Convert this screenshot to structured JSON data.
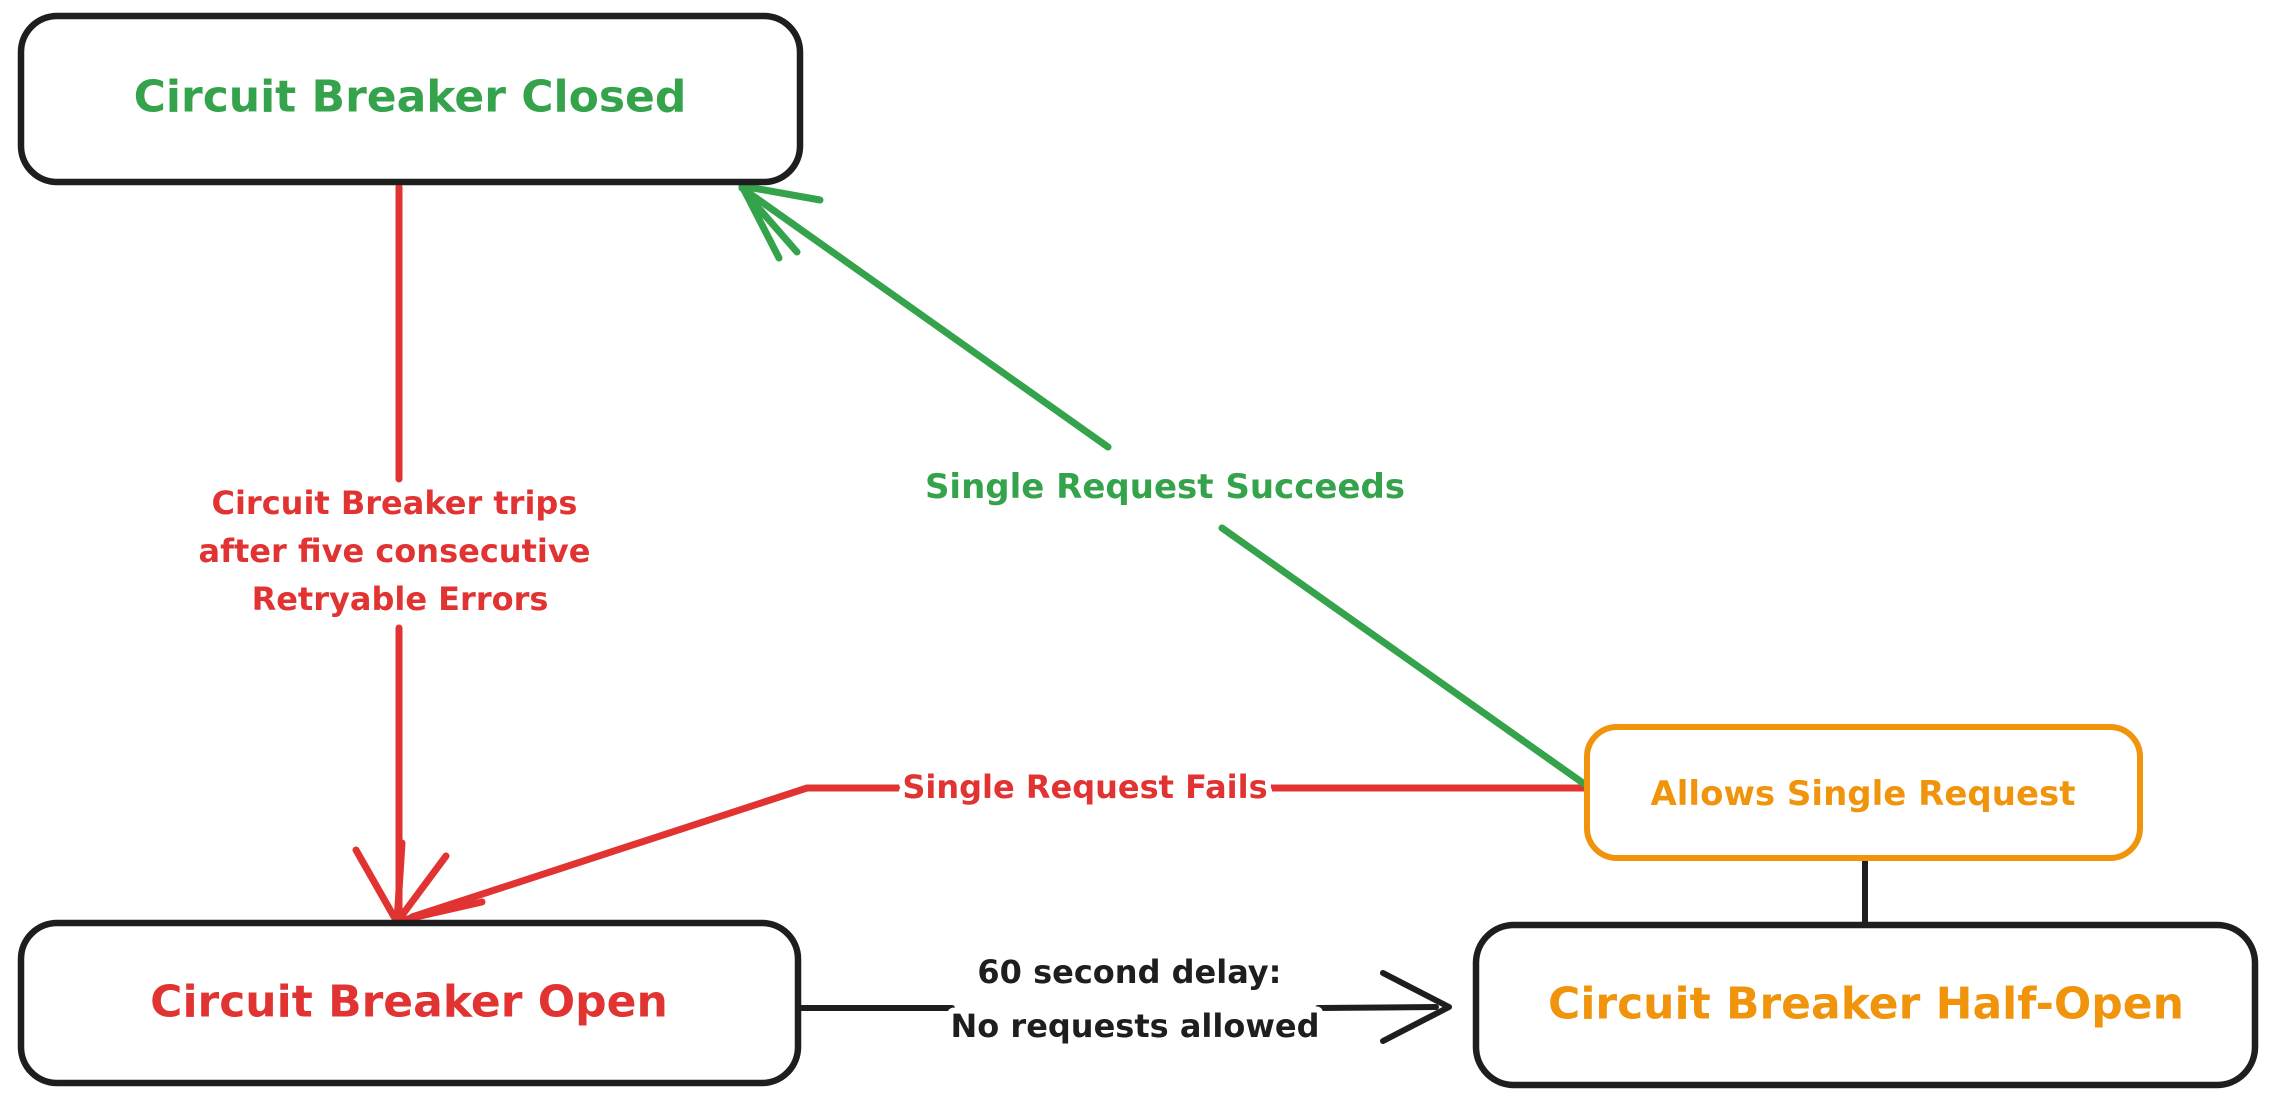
{
  "diagram": {
    "type": "state-diagram",
    "subject": "Circuit Breaker pattern",
    "colors": {
      "closed_state": "#35a24c",
      "open_state": "#e23333",
      "half_open_state": "#f0940c",
      "neutral_ink": "#1e1e1e",
      "background": "#ffffff"
    },
    "nodes": {
      "closed": {
        "label": "Circuit Breaker Closed"
      },
      "open": {
        "label": "Circuit Breaker Open"
      },
      "half_open": {
        "label": "Circuit Breaker Half-Open"
      },
      "allows_single_request": {
        "label": "Allows Single Request"
      }
    },
    "edges": {
      "trip": {
        "from": "closed",
        "to": "open",
        "lines": [
          "Circuit Breaker trips",
          "after five consecutive",
          "Retryable Errors"
        ]
      },
      "single_request_succeeds": {
        "from": "allows_single_request",
        "to": "closed",
        "label": "Single Request Succeeds"
      },
      "single_request_fails": {
        "from": "allows_single_request",
        "to": "open",
        "label": "Single Request Fails"
      },
      "delay": {
        "from": "open",
        "to": "half_open",
        "lines": [
          "60 second delay:",
          "No requests allowed"
        ]
      },
      "half_open_link": {
        "from": "half_open",
        "to": "allows_single_request",
        "label": ""
      }
    }
  }
}
